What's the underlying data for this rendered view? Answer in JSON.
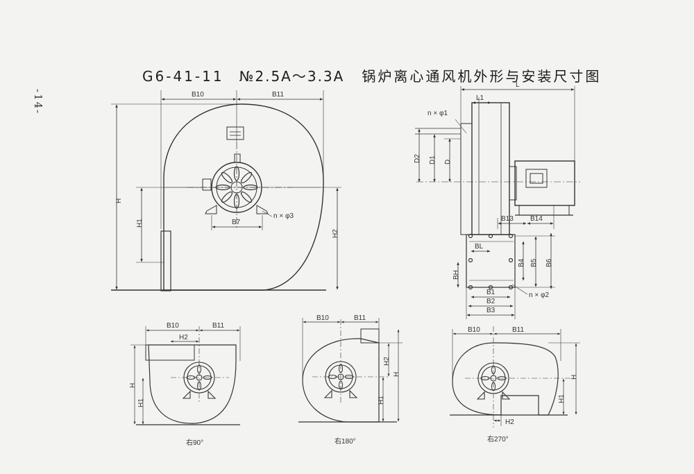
{
  "page_number": "-14-",
  "title": {
    "model": "G6-41-11",
    "range": "№2.5A～3.3A",
    "description": "锅炉离心通风机外形与安装尺寸图"
  },
  "front_view": {
    "labels": {
      "b10": "B10",
      "b11": "B11",
      "h": "H",
      "h1": "H1",
      "h2": "H2",
      "b7": "B7",
      "n_phi3": "n × φ3"
    }
  },
  "side_view": {
    "labels": {
      "l": "L",
      "l1": "L1",
      "n_phi1": "n × φ1",
      "d2": "D2",
      "d1": "D1",
      "d": "D",
      "b13": "B13",
      "b14": "B14",
      "bl": "BL",
      "bh": "BH",
      "b4": "B4",
      "b5": "B5",
      "b6": "B6",
      "b1": "B1",
      "b2": "B2",
      "b3": "B3",
      "n_phi2": "n × φ2"
    }
  },
  "small_views": [
    {
      "caption": "右90°",
      "labels": {
        "b10": "B10",
        "b11": "B11",
        "h2": "H2",
        "h": "H",
        "h1": "H1"
      }
    },
    {
      "caption": "右180°",
      "labels": {
        "b10": "B10",
        "b11": "B11",
        "h2": "H2",
        "h": "H",
        "h1": "H1"
      }
    },
    {
      "caption": "右270°",
      "labels": {
        "b10": "B10",
        "b11": "B11",
        "h": "H",
        "h1": "H1",
        "h2": "H2"
      }
    }
  ]
}
